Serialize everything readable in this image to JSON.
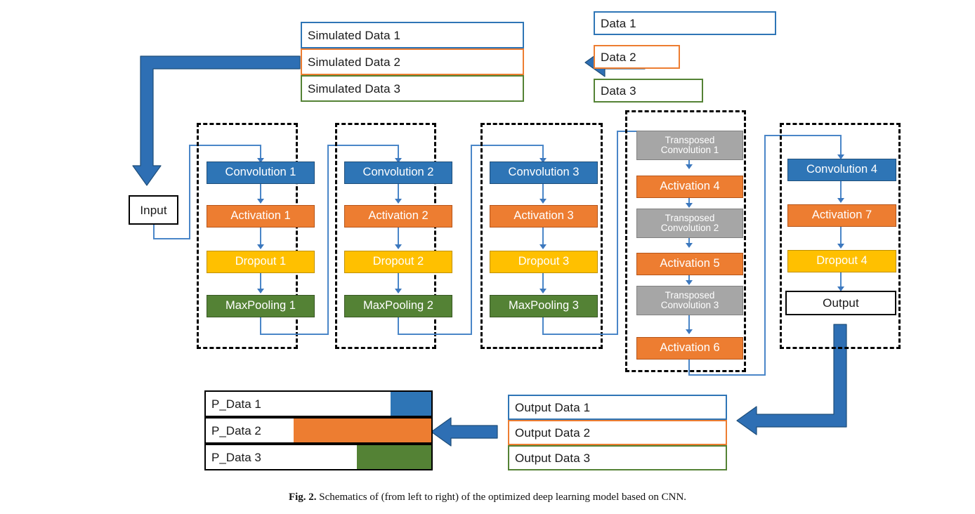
{
  "figure": {
    "caption_label": "Fig. 2.",
    "caption_text": "Schematics of (from left to right) of the optimized deep learning model based on CNN."
  },
  "colors": {
    "blue": "#2E75B6",
    "orange": "#ED7D31",
    "amber": "#FFC000",
    "green": "#548235",
    "gray": "#A6A6A6",
    "arrow_blue": "#2E6FB4",
    "thin_line_blue": "#4A86C8",
    "black": "#000000"
  },
  "source_data": {
    "title_group": "Data",
    "items": [
      {
        "label": "Data 1",
        "color": "blue"
      },
      {
        "label": "Data 2",
        "color": "orange"
      },
      {
        "label": "Data 3",
        "color": "green"
      }
    ]
  },
  "simulated_data": {
    "title_group": "Simulated Data",
    "items": [
      {
        "label": "Simulated Data 1",
        "color": "blue"
      },
      {
        "label": "Simulated Data 2",
        "color": "orange"
      },
      {
        "label": "Simulated Data 3",
        "color": "green"
      }
    ]
  },
  "input_node": {
    "label": "Input"
  },
  "output_node": {
    "label": "Output"
  },
  "conv_blocks": [
    {
      "id": "block-1",
      "layers": [
        {
          "label": "Convolution 1",
          "type": "convolution",
          "color": "blue"
        },
        {
          "label": "Activation 1",
          "type": "activation",
          "color": "orange"
        },
        {
          "label": "Dropout 1",
          "type": "dropout",
          "color": "amber"
        },
        {
          "label": "MaxPooling 1",
          "type": "maxpooling",
          "color": "green"
        }
      ]
    },
    {
      "id": "block-2",
      "layers": [
        {
          "label": "Convolution 2",
          "type": "convolution",
          "color": "blue"
        },
        {
          "label": "Activation 2",
          "type": "activation",
          "color": "orange"
        },
        {
          "label": "Dropout 2",
          "type": "dropout",
          "color": "amber"
        },
        {
          "label": "MaxPooling 2",
          "type": "maxpooling",
          "color": "green"
        }
      ]
    },
    {
      "id": "block-3",
      "layers": [
        {
          "label": "Convolution 3",
          "type": "convolution",
          "color": "blue"
        },
        {
          "label": "Activation 3",
          "type": "activation",
          "color": "orange"
        },
        {
          "label": "Dropout 3",
          "type": "dropout",
          "color": "amber"
        },
        {
          "label": "MaxPooling 3",
          "type": "maxpooling",
          "color": "green"
        }
      ]
    }
  ],
  "decoder_block": {
    "id": "block-transposed",
    "layers": [
      {
        "label_line1": "Transposed",
        "label_line2": "Convolution 1",
        "type": "transposed-convolution",
        "color": "gray"
      },
      {
        "label_line1": "Activation 4",
        "label_line2": "",
        "type": "activation",
        "color": "orange"
      },
      {
        "label_line1": "Transposed",
        "label_line2": "Convolution 2",
        "type": "transposed-convolution",
        "color": "gray"
      },
      {
        "label_line1": "Activation 5",
        "label_line2": "",
        "type": "activation",
        "color": "orange"
      },
      {
        "label_line1": "Transposed",
        "label_line2": "Convolution 3",
        "type": "transposed-convolution",
        "color": "gray"
      },
      {
        "label_line1": "Activation 6",
        "label_line2": "",
        "type": "activation",
        "color": "orange"
      }
    ]
  },
  "output_block": {
    "id": "block-4",
    "layers": [
      {
        "label": "Convolution 4",
        "type": "convolution",
        "color": "blue"
      },
      {
        "label": "Activation 7",
        "type": "activation",
        "color": "orange"
      },
      {
        "label": "Dropout 4",
        "type": "dropout",
        "color": "amber"
      }
    ]
  },
  "output_data": {
    "title_group": "Output Data",
    "items": [
      {
        "label": "Output Data 1",
        "color": "blue"
      },
      {
        "label": "Output Data 2",
        "color": "orange"
      },
      {
        "label": "Output Data 3",
        "color": "green"
      }
    ]
  },
  "predicted_data": {
    "title_group": "P_Data",
    "items": [
      {
        "label": "P_Data 1",
        "color": "blue",
        "label_width_pct": 82
      },
      {
        "label": "P_Data 2",
        "color": "orange",
        "label_width_pct": 39
      },
      {
        "label": "P_Data 3",
        "color": "green",
        "label_width_pct": 67
      }
    ]
  }
}
